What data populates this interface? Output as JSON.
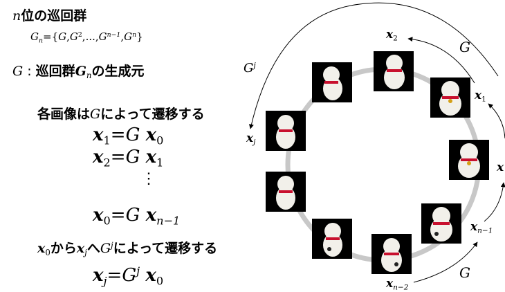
{
  "title": {
    "var": "n",
    "rest": "位の巡回群"
  },
  "group_def": {
    "G": "G",
    "n": "n",
    "eq": "=",
    "open": "{",
    "close": "}",
    "comma": ",",
    "dots": "...",
    "exp2": "2",
    "exp_n1": "n−1",
    "exp_n": "n"
  },
  "generator": {
    "G": "G",
    "colon": " : ",
    "text1": "巡回群",
    "Gsym": "G",
    "n": "n",
    "text2": "の生成元"
  },
  "transition_title": {
    "text1": "各画像は",
    "G": "G",
    "text2": "によって遷移する"
  },
  "equations": [
    {
      "lhs": "x",
      "lhs_sub": "1",
      "G": "G",
      "rhs": "x",
      "rhs_sub": "0"
    },
    {
      "lhs": "x",
      "lhs_sub": "2",
      "G": "G",
      "rhs": "x",
      "rhs_sub": "1"
    },
    {
      "lhs": "x",
      "lhs_sub": "0",
      "G": "G",
      "rhs": "x",
      "rhs_sub": "n−1"
    }
  ],
  "vdots": "⋮",
  "jump_title": {
    "x0": "x",
    "x0_sub": "0",
    "text1": "から",
    "xj": "x",
    "xj_sub": "j",
    "text2": "へ",
    "Gj": "G",
    "Gj_sup": "j",
    "text3": "によって遷移する"
  },
  "jump_equation": {
    "lhs": "x",
    "lhs_sub": "j",
    "G": "G",
    "G_sup": "j",
    "rhs": "x",
    "rhs_sub": "0"
  },
  "diagram": {
    "labels": {
      "x2": {
        "x": "x",
        "sub": "2"
      },
      "x1": {
        "x": "x",
        "sub": "1"
      },
      "x0": {
        "x": "x"
      },
      "xj": {
        "x": "x",
        "sub": "j"
      },
      "xn1": {
        "x": "x",
        "sub": "n−1"
      },
      "xn2": {
        "x": "x",
        "sub": "n−2"
      },
      "G_top": "G",
      "G_bottom": "G",
      "Gj": {
        "G": "G",
        "sup": "j"
      }
    },
    "colors": {
      "ring": "#c8c8c8",
      "photo_bg": "#000000",
      "figure": "#f2f0ea",
      "collar": "#c8102e"
    }
  }
}
